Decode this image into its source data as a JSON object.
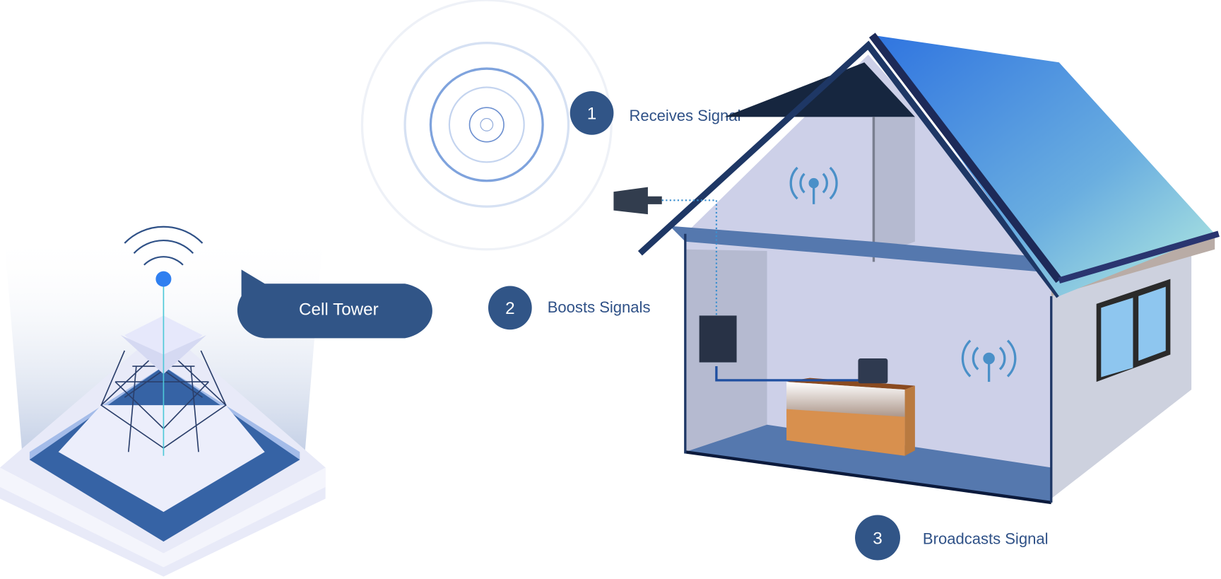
{
  "labels": {
    "cell_tower": "Cell Tower",
    "step1_number": "1",
    "step1_label": "Receives Signal",
    "step2_number": "2",
    "step2_label": "Boosts Signals",
    "step3_number": "3",
    "step3_label": "Broadcasts Signal"
  },
  "colors": {
    "primary": "#315587",
    "label_text": "#2f5187",
    "roof_start": "#2f78e0",
    "roof_end": "#a8e6df",
    "wall": "#cdd0e8",
    "floor": "#5578ae"
  }
}
